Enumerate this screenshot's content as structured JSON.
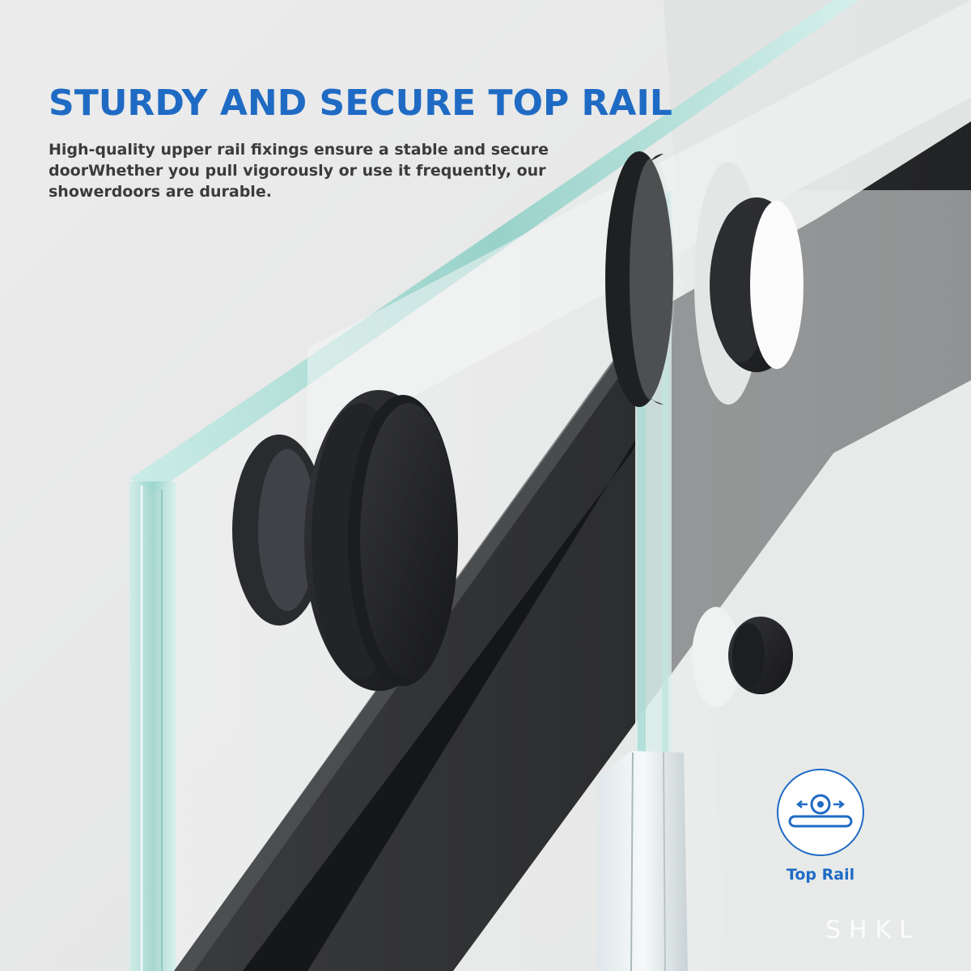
{
  "headline": "STURDY AND SECURE TOP RAIL",
  "description": "High-quality upper rail fixings ensure a stable and secure doorWhether you pull vigorously or use it frequently, our showerdoors are durable.",
  "feature_badge": {
    "label": "Top Rail",
    "icon": "sliding-roller-icon"
  },
  "watermark": "SHKL",
  "colors": {
    "headline": "#1f6bc4",
    "body_text": "#3b3b3b",
    "background": "#e9eaea",
    "rail": "#2c2d2f",
    "hardware": "#1b1c1e",
    "glass_edge": "#9fd8d0"
  }
}
